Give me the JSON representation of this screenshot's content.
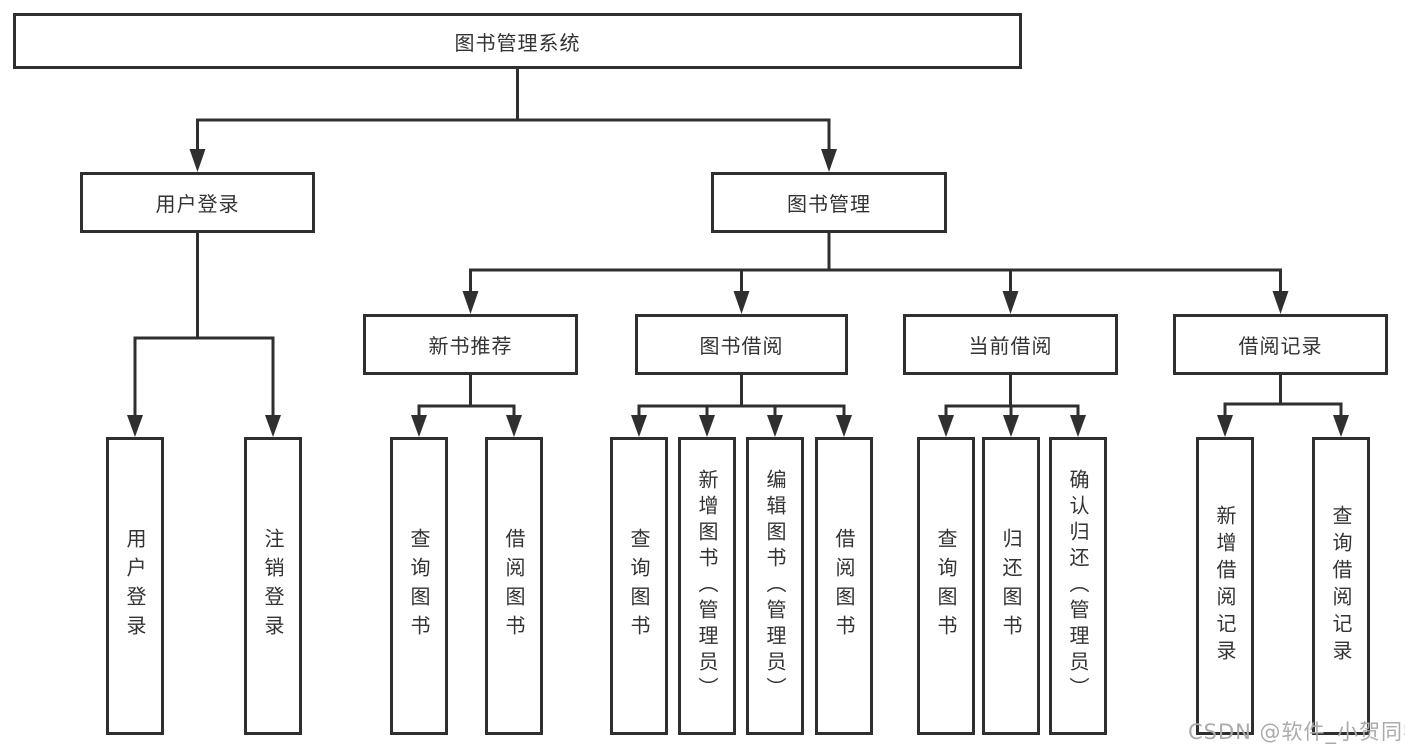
{
  "nodes": {
    "root": "图书管理系统",
    "level2": [
      "用户登录",
      "图书管理"
    ],
    "level3": [
      "新书推荐",
      "图书借阅",
      "当前借阅",
      "借阅记录"
    ],
    "leaves": {
      "user_login": [
        "用户登录",
        "注销登录"
      ],
      "new_book": [
        "查询图书",
        "借阅图书"
      ],
      "book_borrow": [
        "查询图书",
        "新增图书（管理员）",
        "编辑图书（管理员）",
        "借阅图书"
      ],
      "current_borrow": [
        "查询图书",
        "归还图书",
        "确认归还（管理员）"
      ],
      "borrow_record": [
        "新增借阅记录",
        "查询借阅记录"
      ]
    }
  },
  "watermark": "CSDN @软件_小贺同学",
  "colors": {
    "line": "#2f2f2f",
    "text": "#333333",
    "box_fill": "#ffffff",
    "watermark": "#ababab",
    "background": "#ffffff"
  }
}
